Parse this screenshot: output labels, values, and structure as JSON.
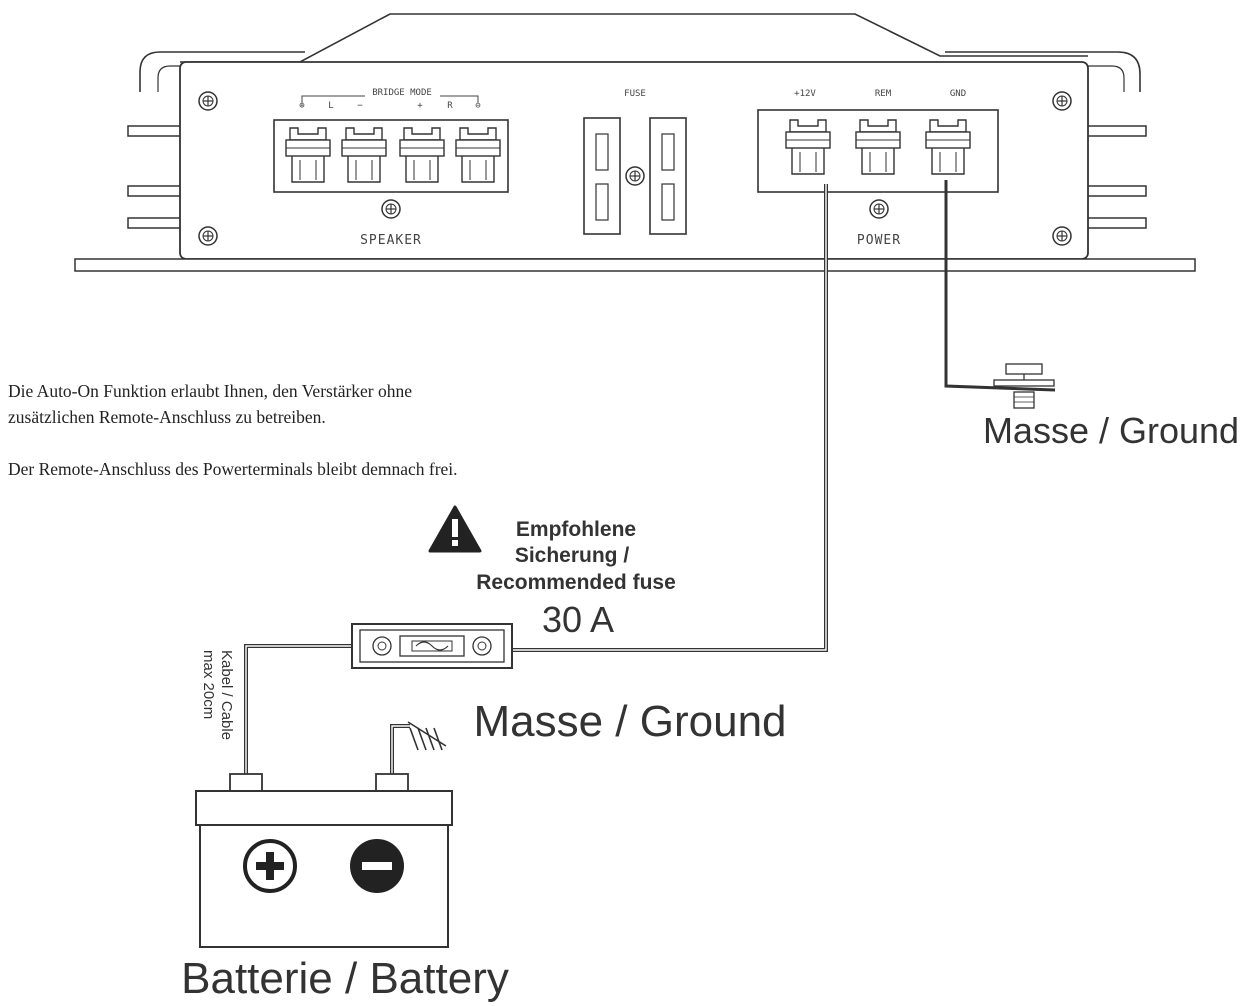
{
  "amplifier": {
    "bridge_mode_label": "BRIDGE MODE",
    "speaker_terminal_labels": [
      "⊕",
      "L",
      "−",
      "+",
      "R",
      "⊖"
    ],
    "speaker_label": "SPEAKER",
    "fuse_label": "FUSE",
    "power_terminal_labels": [
      "+12V",
      "REM",
      "GND"
    ],
    "power_label": "POWER"
  },
  "description": {
    "line1": "Die Auto-On Funktion erlaubt Ihnen, den Verstärker ohne",
    "line2": "zusätzlichen Remote-Anschluss zu betreiben.",
    "line3": "Der Remote-Anschluss des Powerterminals bleibt demnach frei."
  },
  "fuse_callout": {
    "line1": "Empfohlene",
    "line2": "Sicherung /",
    "line3": "Recommended fuse",
    "rating": "30 A"
  },
  "labels": {
    "ground_top": "Masse / Ground",
    "ground_bottom": "Masse / Ground",
    "cable_line1": "Kabel / Cable",
    "cable_line2": "max 20cm",
    "battery": "Batterie / Battery"
  },
  "icons": {
    "warning": "warning-triangle-icon",
    "plus": "plus-icon",
    "minus": "minus-icon",
    "screw": "screw-icon",
    "ground": "ground-icon"
  }
}
